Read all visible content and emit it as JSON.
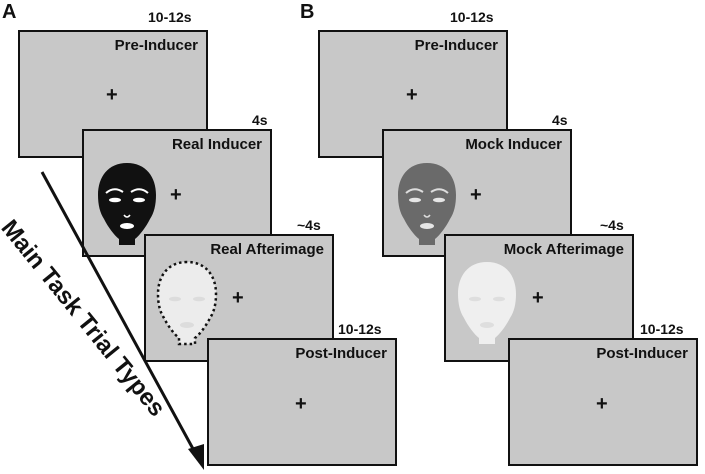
{
  "panels": {
    "a": {
      "letter": "A",
      "screens": [
        {
          "label": "Pre-Inducer",
          "duration": "10-12s"
        },
        {
          "label": "Real Inducer",
          "duration": "4s"
        },
        {
          "label": "Real Afterimage",
          "duration": "~4s"
        },
        {
          "label": "Post-Inducer",
          "duration": "10-12s"
        }
      ]
    },
    "b": {
      "letter": "B",
      "screens": [
        {
          "label": "Pre-Inducer",
          "duration": "10-12s"
        },
        {
          "label": "Mock Inducer",
          "duration": "4s"
        },
        {
          "label": "Mock Afterimage",
          "duration": "~4s"
        },
        {
          "label": "Post-Inducer",
          "duration": "10-12s"
        }
      ]
    }
  },
  "fixation_symbol": "+",
  "axis_label": "Main Task Trial Types",
  "colors": {
    "screen_bg": "#c8c8c8",
    "real_face": "#111111",
    "mock_face": "#6a6a6a",
    "afterimage_face": "#ececec",
    "border": "#111111"
  }
}
